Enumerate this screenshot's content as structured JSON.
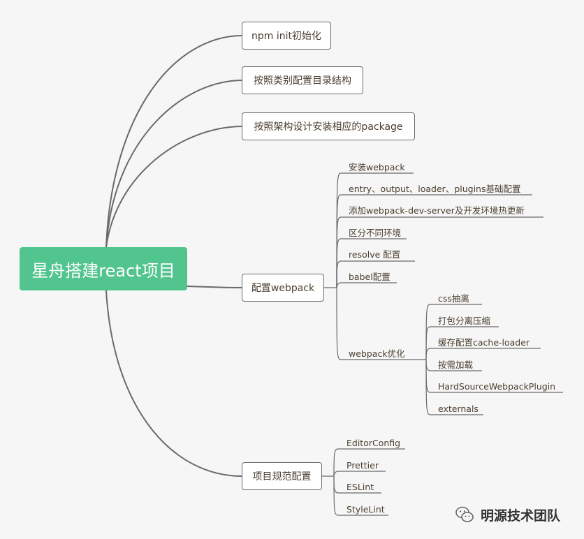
{
  "colors": {
    "root_bg": "#52c48d",
    "line": "#6a6a6a",
    "text": "#4a3d2e",
    "background": "#f6f6f6"
  },
  "root": {
    "label": "星舟搭建react项目"
  },
  "branches": [
    {
      "label": "npm init初始化"
    },
    {
      "label": "按照类别配置目录结构"
    },
    {
      "label": "按照架构设计安装相应的package"
    },
    {
      "label": "配置webpack",
      "children": [
        {
          "label": "安装webpack"
        },
        {
          "label": "entry、output、loader、plugins基础配置"
        },
        {
          "label": "添加webpack-dev-server及开发环境热更新"
        },
        {
          "label": "区分不同环境"
        },
        {
          "label": "resolve 配置"
        },
        {
          "label": "babel配置"
        },
        {
          "label": "webpack优化",
          "children": [
            {
              "label": "css抽离"
            },
            {
              "label": "打包分离压缩"
            },
            {
              "label": "缓存配置cache-loader"
            },
            {
              "label": "按需加载"
            },
            {
              "label": "HardSourceWebpackPlugin"
            },
            {
              "label": "externals"
            }
          ]
        }
      ]
    },
    {
      "label": "项目规范配置",
      "children": [
        {
          "label": "EditorConfig"
        },
        {
          "label": "Prettier"
        },
        {
          "label": "ESLint"
        },
        {
          "label": "StyleLint"
        }
      ]
    }
  ],
  "watermark": {
    "text": "明源技术团队",
    "icon": "wechat-icon"
  }
}
